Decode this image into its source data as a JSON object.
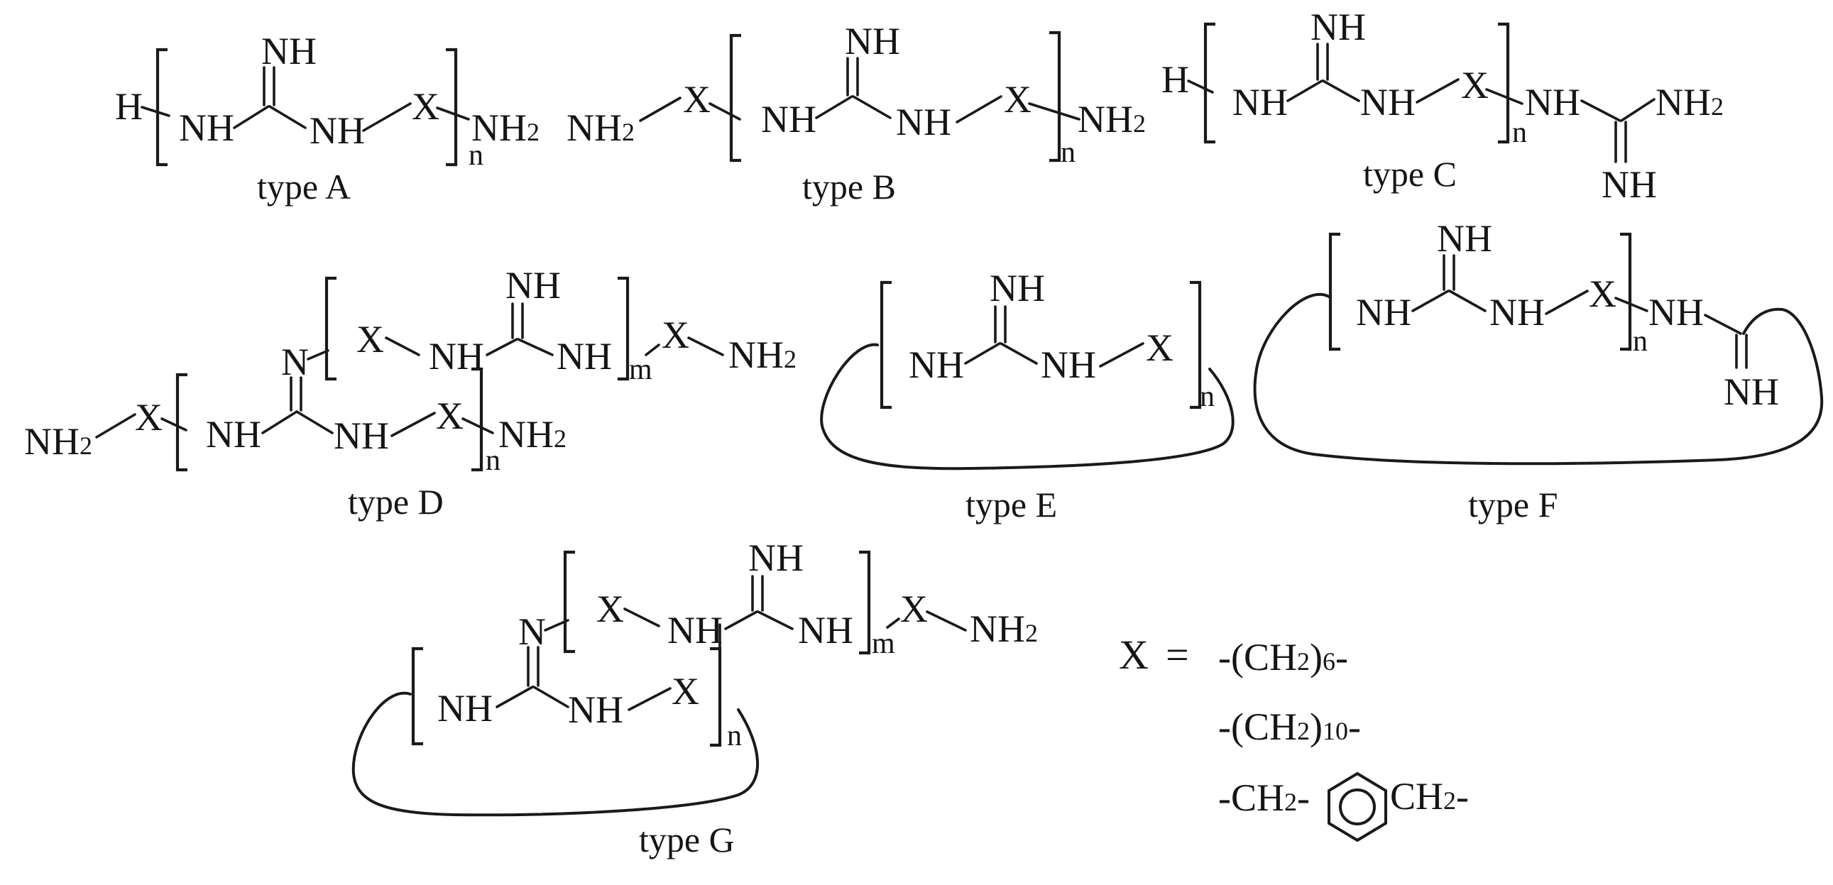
{
  "figure": {
    "atoms": {
      "h": "H",
      "nh": "NH",
      "nh2": "NH",
      "nh2_sub": "2",
      "x": "X",
      "n_atom": "N",
      "repeat_n": "n",
      "repeat_m": "m"
    },
    "types": {
      "a": "type A",
      "b": "type B",
      "c": "type C",
      "d": "type D",
      "e": "type E",
      "f": "type F",
      "g": "type G"
    },
    "x_definition": {
      "label": "X",
      "equals": "=",
      "option1": {
        "pre": "-(CH",
        "sub": "2",
        "mid": ")",
        "idx": "6",
        "post": "-"
      },
      "option2": {
        "pre": "-(CH",
        "sub": "2",
        "mid": ")",
        "idx": "10",
        "post": "-"
      },
      "option3": {
        "left": "-CH",
        "left_sub": "2",
        "left_dash": "-",
        "right": "CH",
        "right_sub": "2",
        "right_dash": "-"
      }
    }
  }
}
